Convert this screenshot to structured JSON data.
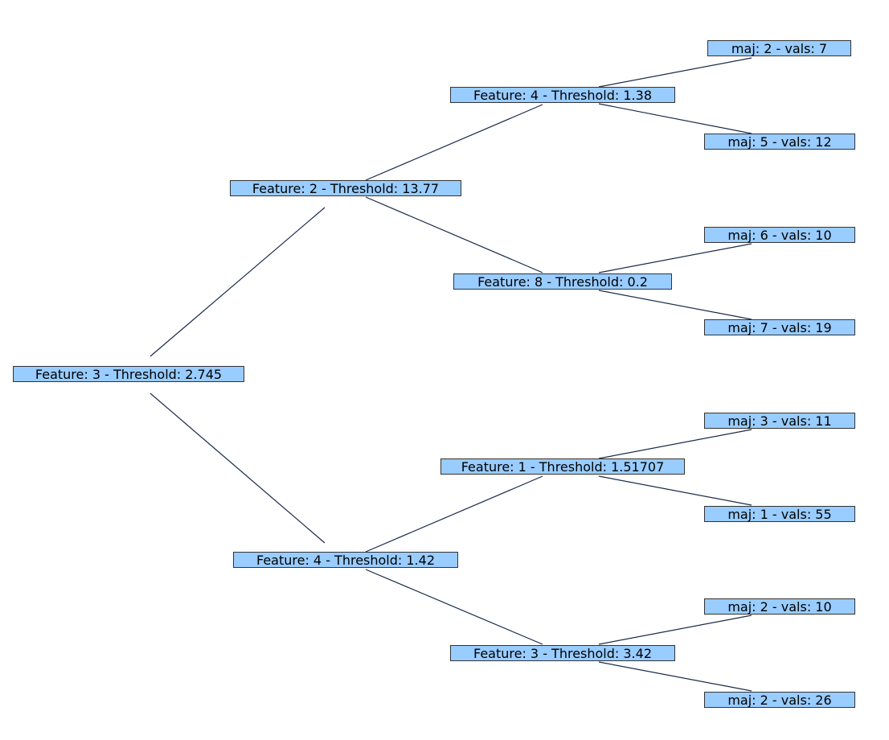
{
  "colors": {
    "node_fill": "#99ccff",
    "node_border": "#333333",
    "edge": "#1a2b4a"
  },
  "tree": {
    "root": {
      "label": "Feature: 3 - Threshold: 2.745"
    },
    "internal": [
      {
        "id": "n_f2",
        "label": "Feature: 2 - Threshold: 13.77"
      },
      {
        "id": "n_f4a",
        "label": "Feature: 4 - Threshold: 1.38"
      },
      {
        "id": "n_f8",
        "label": "Feature: 8 - Threshold: 0.2"
      },
      {
        "id": "n_f4b",
        "label": "Feature: 4 - Threshold: 1.42"
      },
      {
        "id": "n_f1",
        "label": "Feature: 1 - Threshold: 1.51707"
      },
      {
        "id": "n_f3",
        "label": "Feature: 3 - Threshold: 3.42"
      }
    ],
    "leaves": [
      {
        "id": "l1",
        "label": "maj: 2 - vals: 7"
      },
      {
        "id": "l2",
        "label": "maj: 5 - vals: 12"
      },
      {
        "id": "l3",
        "label": "maj: 6 - vals: 10"
      },
      {
        "id": "l4",
        "label": "maj: 7 - vals: 19"
      },
      {
        "id": "l5",
        "label": "maj: 3 - vals: 11"
      },
      {
        "id": "l6",
        "label": "maj: 1 - vals: 55"
      },
      {
        "id": "l7",
        "label": "maj: 2 - vals: 10"
      },
      {
        "id": "l8",
        "label": "maj: 2 - vals: 26"
      }
    ]
  }
}
